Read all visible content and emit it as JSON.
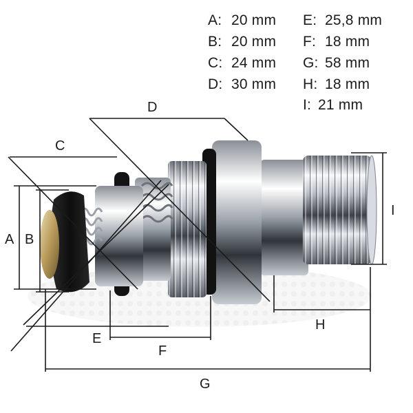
{
  "legend": {
    "col1": [
      {
        "key": "A:",
        "value": "20 mm"
      },
      {
        "key": "B:",
        "value": "20 mm"
      },
      {
        "key": "C:",
        "value": "24 mm"
      },
      {
        "key": "D:",
        "value": "30 mm"
      }
    ],
    "col2": [
      {
        "key": "E:",
        "value": "25,8 mm"
      },
      {
        "key": "F:",
        "value": "18 mm"
      },
      {
        "key": "G:",
        "value": "58 mm"
      },
      {
        "key": "H:",
        "value": "18 mm"
      },
      {
        "key": "I:",
        "value": "21 mm"
      }
    ]
  },
  "labels": {
    "A": "A",
    "B": "B",
    "C": "C",
    "D": "D",
    "E": "E",
    "F": "F",
    "G": "G",
    "H": "H",
    "I": "I"
  },
  "colors": {
    "chrome_light": "#f4f6f8",
    "chrome_dark": "#3c4048",
    "rubber": "#141414",
    "brass": "#c9b27a",
    "dimension_line": "#1a1a1a"
  }
}
